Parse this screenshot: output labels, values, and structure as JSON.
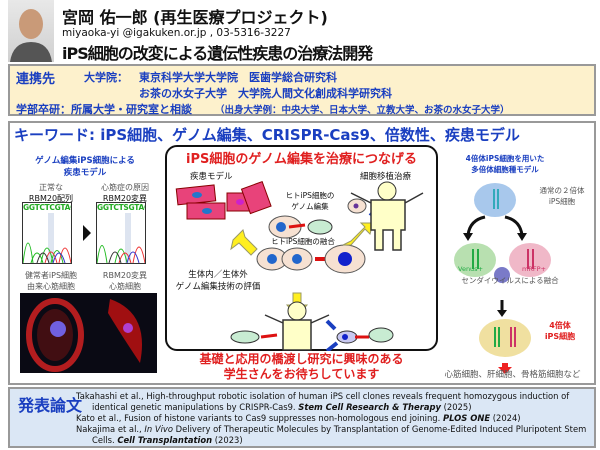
{
  "header": {
    "name": "宮岡 佑一郎 (再生医療プロジェクト)",
    "contact": "miyaoka-yi @igakuken.or.jp , 03-5316-3227",
    "title": "iPS細胞の改変による遺伝性疾患の治療法開発"
  },
  "collab": {
    "label": "連携先",
    "grad_label": "大学院：",
    "line1": "東京科学大学大学院　医歯学総合研究科",
    "line2": "お茶の水女子大学　大学院人間文化創成科学研究科",
    "undergrad": "学部卒研：所属大学・研究室と相談",
    "undergrad_note": "（出身大学例：中央大学、日本大学、立教大学、お茶の水女子大学）"
  },
  "keywords": "キーワード: iPS細胞、ゲノム編集、CRISPR-Cas9、倍数性、疾患モデル",
  "left": {
    "title1": "ゲノム編集iPS細胞による",
    "title2": "疾患モデル",
    "normal1": "正常な",
    "normal2": "RBM20配列",
    "mut1": "心筋症の原因",
    "mut2": "RBM20変異",
    "seq": "GGTCTCGTAGT",
    "seq2": "GGTCTSGTAGT",
    "healthy1": "健常者iPS細胞",
    "healthy2": "由来心筋細胞",
    "mutcell1": "RBM20変異",
    "mutcell2": "心筋細胞"
  },
  "center": {
    "title": "iPS細胞のゲノム編集を治療につなげる",
    "disease": "疾患モデル",
    "transplant": "細胞移植治療",
    "edit1": "ヒトiPS細胞の",
    "edit2": "ゲノム編集",
    "fusion": "ヒトiPS細胞の融合",
    "eval1": "生体内／生体外",
    "eval2": "ゲノム編集技術の評価",
    "message1": "基礎と応用の橋渡し研究に興味のある",
    "message2": "学生さんをお待ちしています"
  },
  "right": {
    "title1": "4倍体iPS細胞を用いた",
    "title2": "多倍体細胞種モデル",
    "normal1": "通常の２倍体",
    "normal2": "iPS細胞",
    "venus": "Venus+",
    "mrfp": "mRFP+",
    "fusion": "センダイウイルスによる融合",
    "tetra1": "4倍体",
    "tetra2": "iPS細胞",
    "cells": "心筋細胞、肝細胞、骨格筋細胞など"
  },
  "pubs": {
    "label": "発表論文",
    "items": [
      {
        "l1": "Takahashi et al., High-throughput robotic isolation of human iPS cell clones reveals frequent homozygous induction of",
        "l2": "identical genetic manipulations by CRISPR-Cas9.",
        "journal": "Stem Cell Research & Therapy",
        "year": "(2025)"
      },
      {
        "l1": "Kato et al., Fusion of histone variants to Cas9 suppresses non-homologous end joining.",
        "journal": "PLOS ONE",
        "year": "(2024)"
      },
      {
        "l1a": "Nakajima et al.,",
        "l1i": "In Vivo",
        "l1b": "Delivery of Therapeutic Molecules by Transplantation of Genome-Edited Induced Pluripotent Stem",
        "l2": "Cells.",
        "journal": "Cell Transplantation",
        "year": "(2023)"
      }
    ]
  }
}
